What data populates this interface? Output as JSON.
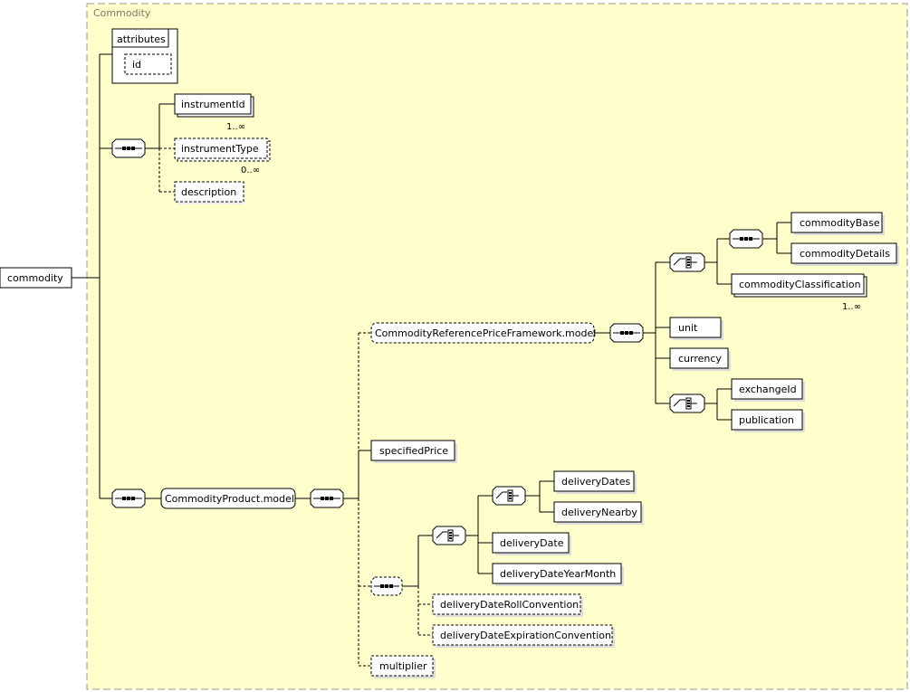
{
  "diagram": {
    "group_title": "Commodity",
    "attributes_label": "attributes",
    "nodes": {
      "commodity": "commodity",
      "id": "id",
      "instrumentId": "instrumentId",
      "instrumentType": "instrumentType",
      "description": "description",
      "commodityProductModel": "CommodityProduct.model",
      "referencePriceModel": "CommodityReferencePriceFramework.model",
      "commodityBase": "commodityBase",
      "commodityDetails": "commodityDetails",
      "commodityClassification": "commodityClassification",
      "unit": "unit",
      "currency": "currency",
      "exchangeId": "exchangeId",
      "publication": "publication",
      "specifiedPrice": "specifiedPrice",
      "deliveryDates": "deliveryDates",
      "deliveryNearby": "deliveryNearby",
      "deliveryDate": "deliveryDate",
      "deliveryDateYearMonth": "deliveryDateYearMonth",
      "deliveryDateRollConvention": "deliveryDateRollConvention",
      "deliveryDateExpirationConvention": "deliveryDateExpirationConvention",
      "multiplier": "multiplier"
    },
    "cardinalities": {
      "instrumentId": "1..∞",
      "instrumentType": "0..∞",
      "commodityClassification": "1..∞"
    }
  }
}
